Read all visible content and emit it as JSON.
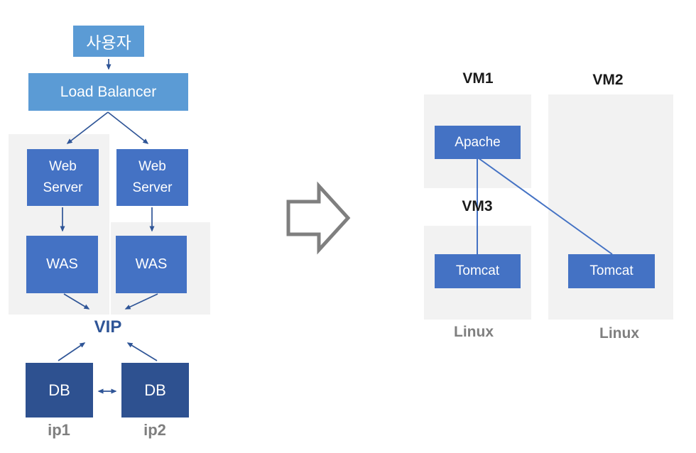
{
  "diagram_title": "",
  "left_diagram": {
    "user_label": "사용자",
    "load_balancer_label": "Load Balancer",
    "web_server_1_label": "Web Server",
    "web_server_2_label": "Web Server",
    "was_1_label": "WAS",
    "was_2_label": "WAS",
    "vip_label": "VIP",
    "db_1_label": "DB",
    "db_2_label": "DB",
    "ip_1_label": "ip1",
    "ip_2_label": "ip2"
  },
  "right_diagram": {
    "vm1_label": "VM1",
    "vm2_label": "VM2",
    "vm3_label": "VM3",
    "apache_label": "Apache",
    "tomcat_1_label": "Tomcat",
    "tomcat_2_label": "Tomcat",
    "linux_1_label": "Linux",
    "linux_2_label": "Linux"
  },
  "colors": {
    "light_blue_box": "#5B9BD5",
    "mid_blue_box": "#4472C4",
    "dark_blue_box": "#2E5190",
    "connector_navy": "#2F5597",
    "right_line_blue": "#4472C4",
    "panel_gray": "#F2F2F2",
    "gray_label": "#7F7F7F",
    "black_label": "#1A1A1A",
    "big_arrow_outline": "#7F7F7F"
  }
}
